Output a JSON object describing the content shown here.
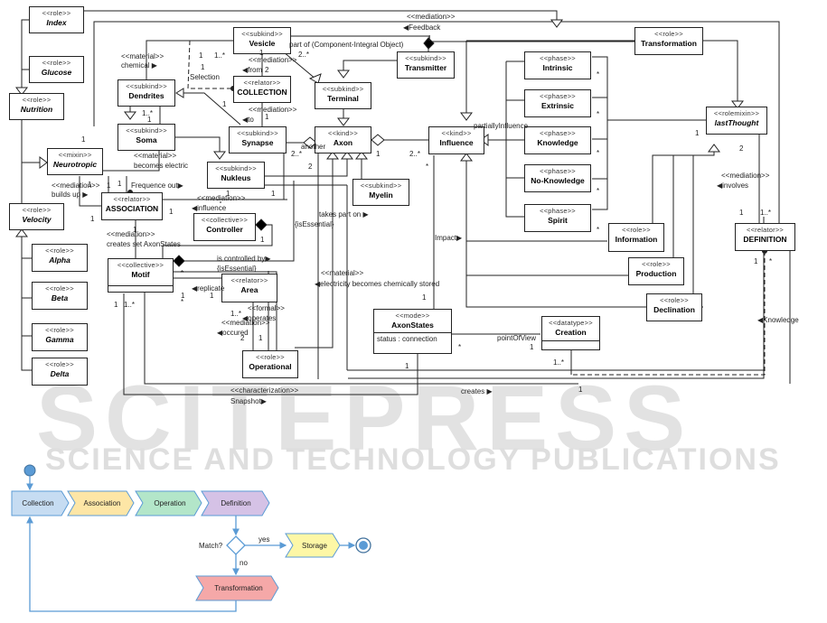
{
  "watermark": {
    "main": "SCITEPRESS",
    "sub": "SCIENCE AND TECHNOLOGY PUBLICATIONS"
  },
  "uml": {
    "classes": {
      "index": {
        "stereotype": "<<role>>",
        "name": "Index",
        "italic": true
      },
      "glucose": {
        "stereotype": "<<role>>",
        "name": "Glucose",
        "italic": true
      },
      "nutrition": {
        "stereotype": "<<role>>",
        "name": "Nutrition",
        "italic": true
      },
      "neurotropic": {
        "stereotype": "<<mixin>>",
        "name": "Neurotropic",
        "italic": true
      },
      "velocity": {
        "stereotype": "<<role>>",
        "name": "Velocity",
        "italic": true
      },
      "alpha": {
        "stereotype": "<<role>>",
        "name": "Alpha",
        "italic": true
      },
      "beta": {
        "stereotype": "<<role>>",
        "name": "Beta",
        "italic": true
      },
      "gamma": {
        "stereotype": "<<role>>",
        "name": "Gamma",
        "italic": true
      },
      "delta": {
        "stereotype": "<<role>>",
        "name": "Delta",
        "italic": true
      },
      "dendrites": {
        "stereotype": "<<subkind>>",
        "name": "Dendrites"
      },
      "soma": {
        "stereotype": "<<subkind>>",
        "name": "Soma"
      },
      "vesicle": {
        "stereotype": "<<subkind>>",
        "name": "Vesicle"
      },
      "collection": {
        "stereotype": "<<relator>>",
        "name": "COLLECTION"
      },
      "synapse": {
        "stereotype": "<<subkind>>",
        "name": "Synapse"
      },
      "nukleus": {
        "stereotype": "<<subkind>>",
        "name": "Nukleus"
      },
      "transmitter": {
        "stereotype": "<<subkind>>",
        "name": "Transmitter"
      },
      "terminal": {
        "stereotype": "<<subkind>>",
        "name": "Terminal"
      },
      "axon": {
        "stereotype": "<<kind>>",
        "name": "Axon"
      },
      "myelin": {
        "stereotype": "<<subkind>>",
        "name": "Myelin"
      },
      "association": {
        "stereotype": "<<relator>>",
        "name": "ASSOCIATION"
      },
      "controller": {
        "stereotype": "<<collective>>",
        "name": "Controller"
      },
      "motif": {
        "stereotype": "<<collective>>",
        "name": "Motif"
      },
      "area": {
        "stereotype": "<<relator>>",
        "name": "Area"
      },
      "operational": {
        "stereotype": "<<role>>",
        "name": "Operational"
      },
      "influence": {
        "stereotype": "<<kind>>",
        "name": "Influence"
      },
      "intrinsic": {
        "stereotype": "<<phase>>",
        "name": "Intrinsic"
      },
      "extrinsic": {
        "stereotype": "<<phase>>",
        "name": "Extrinsic"
      },
      "knowledge": {
        "stereotype": "<<phase>>",
        "name": "Knowledge"
      },
      "noknowledge": {
        "stereotype": "<<phase>>",
        "name": "No-Knowledge"
      },
      "spirit": {
        "stereotype": "<<phase>>",
        "name": "Spirit"
      },
      "transformation": {
        "stereotype": "<<role>>",
        "name": "Transformation"
      },
      "lastthought": {
        "stereotype": "<<rolemixin>>",
        "name": "lastThought",
        "italic": true
      },
      "information": {
        "stereotype": "<<role>>",
        "name": "Information"
      },
      "production": {
        "stereotype": "<<role>>",
        "name": "Production"
      },
      "declination": {
        "stereotype": "<<role>>",
        "name": "Declination"
      },
      "definition": {
        "stereotype": "<<relator>>",
        "name": "DEFINITION"
      },
      "axonstates": {
        "stereotype": "<<mode>>",
        "name": "AxonStates",
        "attribute": "status : connection"
      },
      "creation": {
        "stereotype": "<<datatype>>",
        "name": "Creation"
      }
    },
    "labels": {
      "mediation_top": "<<mediation>>",
      "feedback": "◀Feedback",
      "part_of": "part of (Component-Integral Object)",
      "material_chemical_st": "<<material>>",
      "material_chemical": "chemical ▶",
      "selection": "Selection",
      "mediation_from_st": "<<mediation>>",
      "from": "◀from",
      "mediation_to_st": "<<mediation>>",
      "to": "◀to",
      "partially_influence": "partiallyInfluence",
      "another": "another",
      "material_electric_st": "<<material>>",
      "becomes_electric": "becomes electric",
      "mediation_builds_st": "<<mediation>>",
      "builds_up": "builds up  ▶",
      "frequence_out": "Frequence out▶",
      "mediation_influence_st": "<<mediation>>",
      "influence_lbl": "◀influence",
      "mediation_creates_st": "<<mediation>>",
      "creates_set": "creates set AxonStates",
      "takes_part_on": "takes part on ▶",
      "is_essential_1": "{isEssential}",
      "is_controlled_by": "is controlled by▶",
      "is_essential_2": "{isEssential}",
      "replicate": "◀replicate",
      "formal_st": "<<formal>>",
      "operates": "◀operates",
      "mediation_occured_st": "<<mediation>>",
      "occured": "◀occured",
      "material_stored_st": "<<material>>",
      "stored": "◀electricity becomes chemically stored",
      "impact": "Impact▶",
      "point_of_view": "pointOfView",
      "mediation_involves_st": "<<mediation>>",
      "involves": "◀involves",
      "knowledge_lbl": "◀Knowledge",
      "characterization_st": "<<characterization>>",
      "snapshot": "Snapshot▶",
      "creates": "creates    ▶"
    },
    "multiplicities": {
      "m1": "1",
      "m2": "1..*",
      "m3": "1",
      "m4": "1..*",
      "m5": "1",
      "m6": "2",
      "m7": "2..*",
      "m8": "1",
      "m9": "1",
      "m10": "2..*",
      "m11": "1",
      "m12": "2..*",
      "m13": "*",
      "m14": "2",
      "m15": "1",
      "m16": "1",
      "m17": "1",
      "m18": "1",
      "m19": "1",
      "m20": "1",
      "m21": "1",
      "m22": "1",
      "m23": "1",
      "m24": "1..*",
      "m25": "*",
      "m26": "1",
      "m27": "*",
      "m28": "1",
      "m29": "1..*",
      "m30": "2",
      "m31": "1",
      "m32": "1",
      "m33": "1",
      "m34": "2",
      "m35": "1",
      "m36": "1..*",
      "m37": "1",
      "m38": "*",
      "m39": "1",
      "m40": "1..*",
      "m41": "1",
      "m42": "*",
      "m43": "1",
      "m44": "1",
      "m45": "1",
      "m46": "*",
      "m47": "*",
      "m48": "*",
      "m49": "*",
      "m50": "*",
      "m51": "1",
      "m52": "1"
    }
  },
  "flow": {
    "steps": [
      {
        "label": "Collection",
        "color": "#c6dcf2"
      },
      {
        "label": "Association",
        "color": "#fde6a6"
      },
      {
        "label": "Operation",
        "color": "#b3e6c9"
      },
      {
        "label": "Definition",
        "color": "#d5c2e6"
      }
    ],
    "decision": "Match?",
    "yes": "yes",
    "no": "no",
    "storage": {
      "label": "Storage",
      "color": "#fdf7a6"
    },
    "transformation": {
      "label": "Transformation",
      "color": "#f5a8a8"
    },
    "line_color": "#5b9bd5"
  }
}
